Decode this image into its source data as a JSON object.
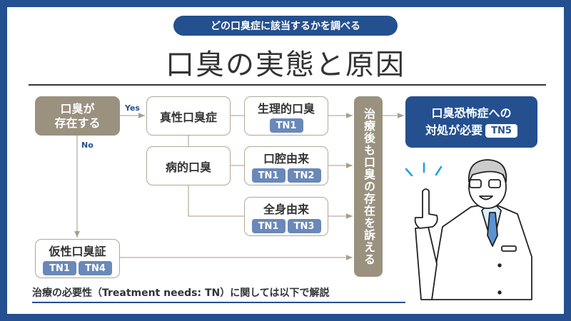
{
  "header": {
    "question": "どの口臭症に該当するかを調べる",
    "title": "口臭の実態と原因"
  },
  "flow": {
    "start": {
      "line1": "口臭が",
      "line2": "存在する"
    },
    "yes_label": "Yes",
    "no_label": "No",
    "genuine": "真性口臭症",
    "pathological": "病的口臭",
    "physiological": {
      "label": "生理的口臭",
      "badges": [
        "TN1"
      ]
    },
    "oral": {
      "label": "口腔由来",
      "badges": [
        "TN1",
        "TN2"
      ]
    },
    "systemic": {
      "label": "全身由来",
      "badges": [
        "TN1",
        "TN3"
      ]
    },
    "pseudo": {
      "label": "仮性口臭証",
      "badges": [
        "TN1",
        "TN4"
      ]
    },
    "after_treatment": "治療後も口臭の存在を訴える",
    "phobia": {
      "line1": "口臭恐怖症への",
      "line2": "対処が必要",
      "badge": "TN5"
    }
  },
  "footer": {
    "note": "治療の必要性（Treatment needs: TN）に関しては以下で解説"
  },
  "colors": {
    "frame": "#24508f",
    "tan": "#9a917f",
    "badge": "#6a88b8"
  }
}
